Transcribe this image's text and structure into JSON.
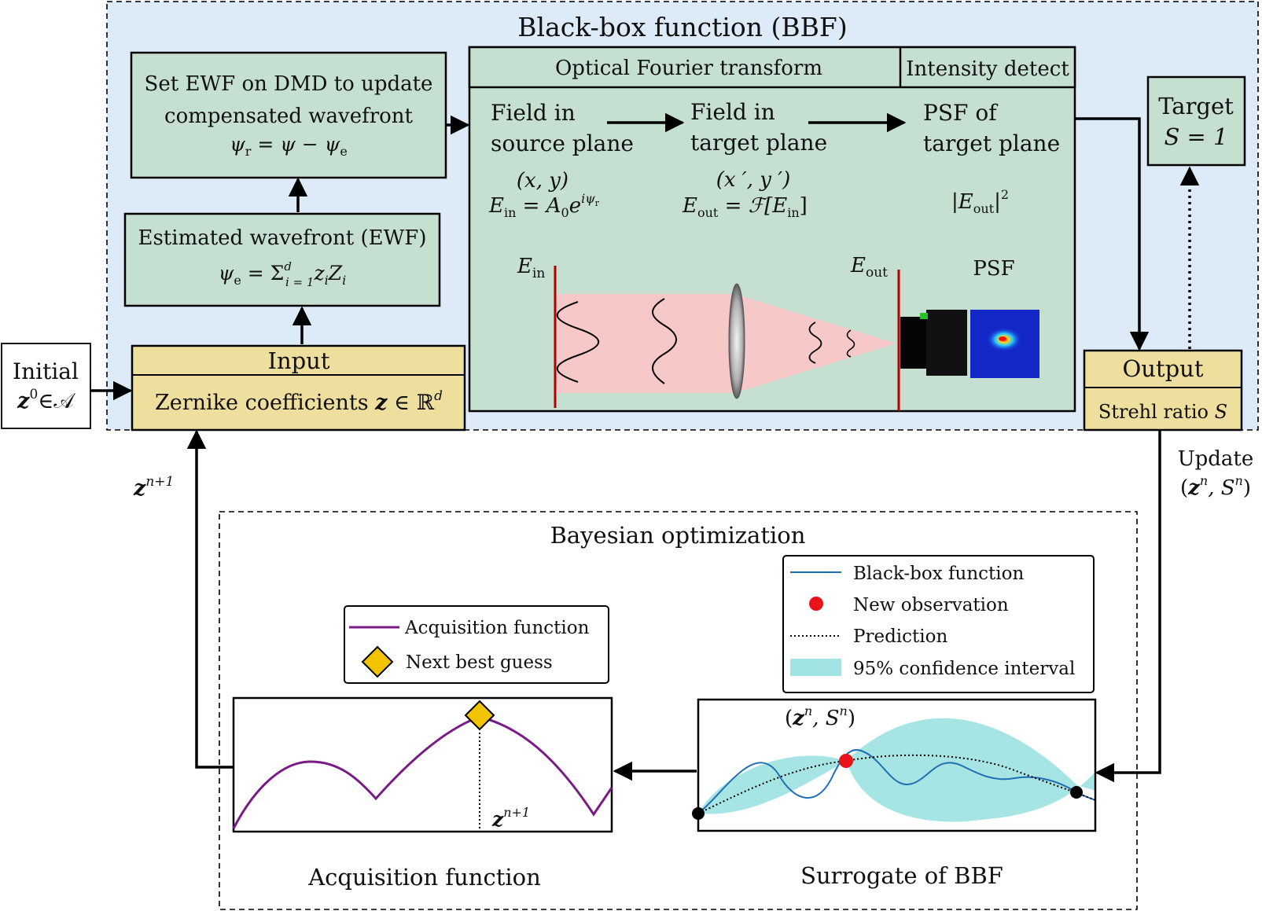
{
  "colors": {
    "bbf_region": "#dcebf7",
    "green_box": "#c5e0d1",
    "yellow_box": "#eedf9e",
    "beam": "#f7c8c8",
    "confidence": "#a2e4e4",
    "true_function": "#1f6fb4",
    "acquisition_curve": "#7a1a86",
    "marker_yellow": "#f2c400",
    "observation_red": "#e8141a",
    "plane_red": "#b40000"
  },
  "bbf": {
    "title": "Black-box function (BBF)",
    "set_ewf": {
      "line1": "Set EWF on DMD to update",
      "line2": "compensated wavefront",
      "eq_psi": "ψ",
      "eq_r": "r",
      "eq_mid": " = ψ − ψ",
      "eq_e": "e"
    },
    "estimated": {
      "line1": "Estimated wavefront (EWF)",
      "eq_psi": "ψ",
      "eq_e": "e",
      "eq_sigma": " = Σ",
      "eq_sub": "i = 1",
      "eq_sup": "d",
      "eq_tail": "z",
      "eq_i": "i",
      "eq_Z": "Z",
      "eq_i2": "i"
    },
    "input": {
      "title": "Input",
      "desc": "Zernike coefficients ",
      "z": "z",
      "in": " ∈ ℝ",
      "sup": "d"
    },
    "optics": {
      "header_left": "Optical Fourier transform",
      "header_right": "Intensity detect",
      "col1_l1": "Field in",
      "col1_l2": "source plane",
      "col1_coord": "(x, y)",
      "col1_E": "E",
      "col1_Esub": "in",
      "col1_eq": " = A",
      "col1_A0": "0",
      "col1_e": "e",
      "col1_sup": "iψ",
      "col1_supsub": "r",
      "col2_l1": "Field in",
      "col2_l2": "target plane",
      "col2_coord": "(x ′, y ′)",
      "col2_E": "E",
      "col2_Esub": "out",
      "col2_eq": " = ℱ[E",
      "col2_in": "in",
      "col2_close": "]",
      "col3_l1": "PSF of",
      "col3_l2": "target plane",
      "col3_eq_open": "|E",
      "col3_sub": "out",
      "col3_eq_close": "|",
      "col3_sup": "2",
      "label_Ein": "E",
      "label_Ein_sub": "in",
      "label_Eout": "E",
      "label_Eout_sub": "out",
      "label_psf": "PSF"
    },
    "target": {
      "line1": "Target",
      "line2": "S = 1"
    },
    "output": {
      "title": "Output",
      "desc": "Strehl ratio ",
      "S": "S"
    }
  },
  "initial": {
    "line1": "Initial",
    "z": "z",
    "sup": "0",
    "tail": "∈𝒜"
  },
  "update_label": {
    "line1": "Update",
    "line2_open": "(",
    "z": "z",
    "sup_n": "n",
    "mid": ", S",
    "sup_n2": "n",
    "close": ")"
  },
  "feedback_label": {
    "z": "z",
    "sup": "n+1"
  },
  "bayes": {
    "title": "Bayesian optimization",
    "legend_surrogate": [
      "Black-box function",
      "New observation",
      "Prediction",
      "95% confidence interval"
    ],
    "legend_acq": [
      "Acquisition function",
      "Next best guess"
    ],
    "point_label": {
      "open": "(",
      "z": "z",
      "sup_n": "n",
      "mid": ", S",
      "sup_n2": "n",
      "close": ")"
    },
    "acq_point_label": {
      "z": "z",
      "sup": "n+1"
    },
    "acq_caption": "Acquisition function",
    "surrogate_caption": "Surrogate of BBF"
  }
}
